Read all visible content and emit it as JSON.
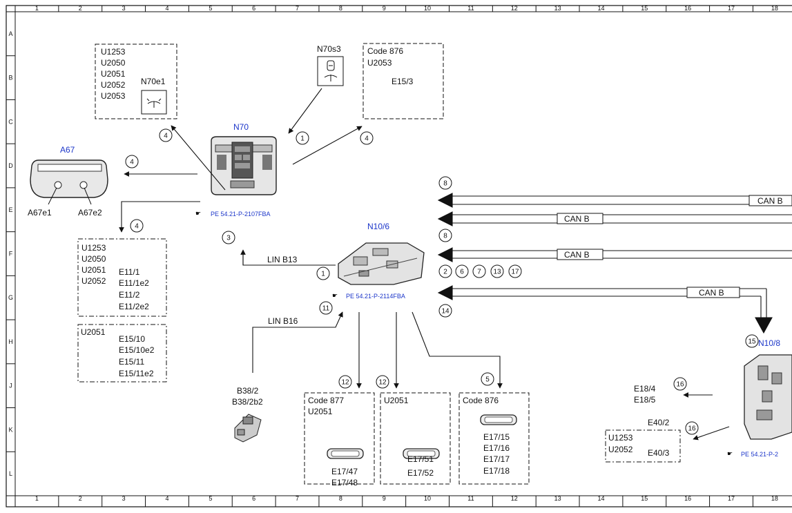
{
  "grid": {
    "columns": [
      "1",
      "2",
      "3",
      "4",
      "5",
      "6",
      "7",
      "8",
      "9",
      "10",
      "11",
      "12",
      "13",
      "14",
      "15",
      "16",
      "17",
      "18"
    ],
    "rows": [
      "A",
      "B",
      "C",
      "D",
      "E",
      "F",
      "G",
      "H",
      "J",
      "K",
      "L"
    ]
  },
  "components": {
    "n70": "N70",
    "n70_ref": "PE 54.21-P-2107FBA",
    "n70s3": "N70s3",
    "n70e1": "N70e1",
    "a67": "A67",
    "a67e1": "A67e1",
    "a67e2": "A67e2",
    "n10_6": "N10/6",
    "n10_6_ref": "PE 54.21-P-2114FBA",
    "n10_8": "N10/8",
    "n10_8_ref": "PE 54.21-P-2",
    "b38": [
      "B38/2",
      "B38/2b2"
    ]
  },
  "boxes": {
    "top_left": [
      "U1253",
      "U2050",
      "U2051",
      "U2052",
      "U2053"
    ],
    "top_right": [
      "Code 876",
      "U2053",
      "E15/3"
    ],
    "left_mid_codes": [
      "U1253",
      "U2050",
      "U2051",
      "U2052"
    ],
    "left_mid_items": [
      "E11/1",
      "E11/1e2",
      "E11/2",
      "E11/2e2"
    ],
    "left_low_code": "U2051",
    "left_low_items": [
      "E15/10",
      "E15/10e2",
      "E15/11",
      "E15/11e2"
    ],
    "box877": [
      "Code 877",
      "U2051",
      "E17/47",
      "E17/48"
    ],
    "box2051": [
      "U2051",
      "E17/51",
      "E17/52"
    ],
    "box876": [
      "Code 876",
      "E17/15",
      "E17/16",
      "E17/17",
      "E17/18"
    ],
    "e18": [
      "E18/4",
      "E18/5"
    ],
    "e40_top": "E40/2",
    "e40_box": [
      "U1253",
      "U2052",
      "E40/3"
    ]
  },
  "bus": {
    "can_b": "CAN B",
    "lin_b13": "LIN B13",
    "lin_b16": "LIN B16"
  },
  "callouts": {
    "c4a": "4",
    "c1a": "1",
    "c4b": "4",
    "c4c": "4",
    "c4d": "4",
    "c3": "3",
    "c1b": "1",
    "c11": "11",
    "c8a": "8",
    "c8b": "8",
    "c2": "2",
    "c6": "6",
    "c7": "7",
    "c13": "13",
    "c17": "17",
    "c14": "14",
    "c15": "15",
    "c12a": "12",
    "c12b": "12",
    "c5": "5",
    "c16a": "16",
    "c16b": "16"
  },
  "colors": {
    "link_blue": "#1b35c9",
    "line": "#111111"
  }
}
